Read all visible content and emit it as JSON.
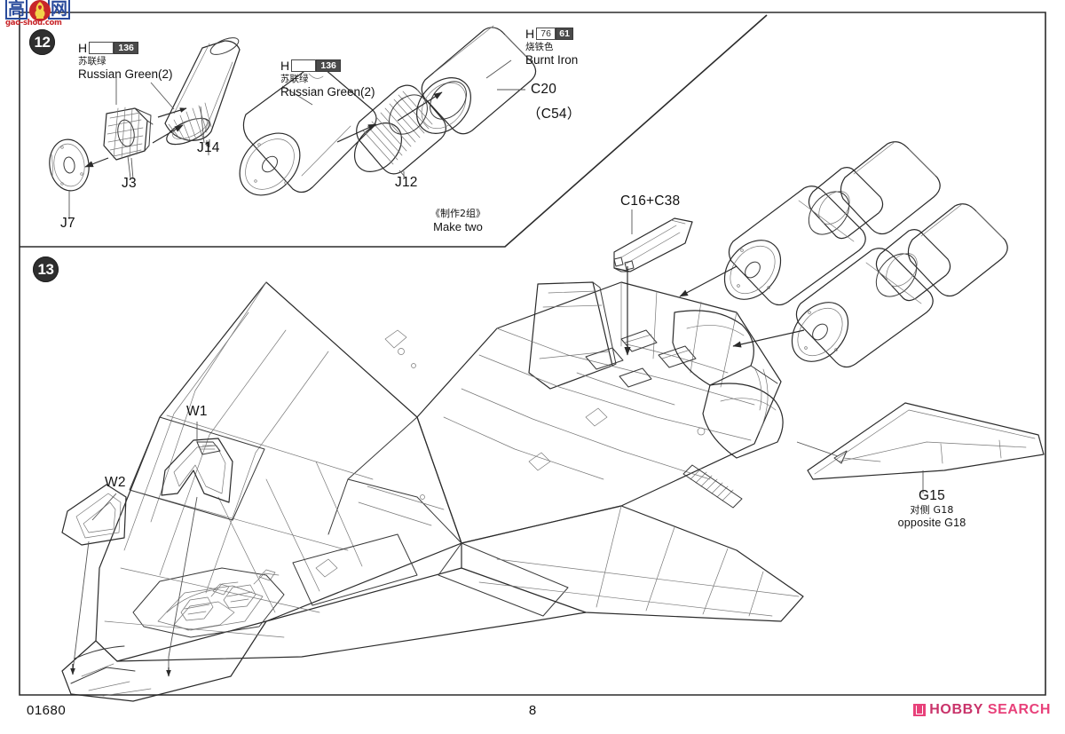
{
  "document": {
    "type": "model-kit-assembly-instructions",
    "kit_number": "01680",
    "page_number": "8",
    "watermark": {
      "cn_left": "高",
      "cn_right": "网",
      "url": "gao-shou.com"
    },
    "footer_brand": {
      "name_part1": "HOBBY",
      "name_part2": "SEARCH"
    }
  },
  "steps": [
    {
      "id": "step-12",
      "number": "12"
    },
    {
      "id": "step-13",
      "number": "13"
    }
  ],
  "paint_callouts": [
    {
      "id": "paint-russian-green-left",
      "brand": "H",
      "chip_light": "",
      "chip_dark": "136",
      "name_cn": "苏联绿",
      "name_en": "Russian Green(2)"
    },
    {
      "id": "paint-russian-green-mid",
      "brand": "H",
      "chip_light": "",
      "chip_dark": "136",
      "name_cn": "苏联绿",
      "name_en": "Russian Green(2)"
    },
    {
      "id": "paint-burnt-iron",
      "brand": "H",
      "chip_light": "76",
      "chip_dark": "61",
      "name_cn": "烧铁色",
      "name_en": "Burnt Iron"
    }
  ],
  "part_labels": {
    "j7": "J7",
    "j3": "J3",
    "j14": "J14",
    "j12": "J12",
    "c20": "C20",
    "c54": "（C54）",
    "c16_c38": "C16+C38",
    "w1": "W1",
    "w2": "W2",
    "g15": "G15",
    "g15_sub_cn": "对侧 G18",
    "g15_sub_en": "opposite G18"
  },
  "notes": {
    "make_two_cn": "《制作2组》",
    "make_two_en": "Make two"
  },
  "colors": {
    "line": "#2b2b2b",
    "thin_line": "#6f6f6f",
    "faint_line": "#9b9b9b",
    "badge_bg": "#2f2f2f",
    "chip_dark": "#4a4a4a",
    "brand_pink": "#e8417a",
    "watermark_blue": "#2a4b9b",
    "watermark_red": "#c8262a"
  }
}
